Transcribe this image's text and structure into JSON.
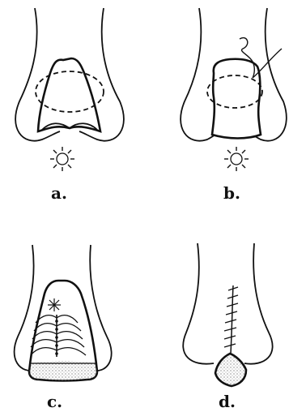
{
  "figure": {
    "panels": [
      {
        "label": "a."
      },
      {
        "label": "b."
      },
      {
        "label": "c."
      },
      {
        "label": "d."
      }
    ],
    "colors": {
      "stroke": "#111111",
      "stipple": "#555555",
      "background": "#ffffff"
    }
  }
}
